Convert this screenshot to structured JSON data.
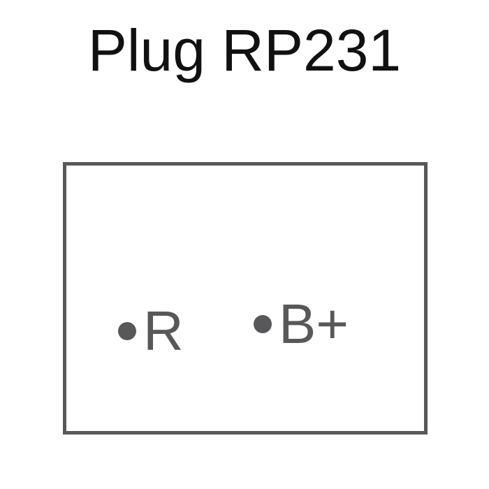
{
  "diagram": {
    "title": "Plug RP231",
    "pins": [
      {
        "label": "R"
      },
      {
        "label": "B+"
      }
    ]
  },
  "colors": {
    "outline": "#58585a",
    "title_text": "#111111",
    "background": "#ffffff"
  },
  "icons": {
    "pin_marker": "dot-icon"
  }
}
